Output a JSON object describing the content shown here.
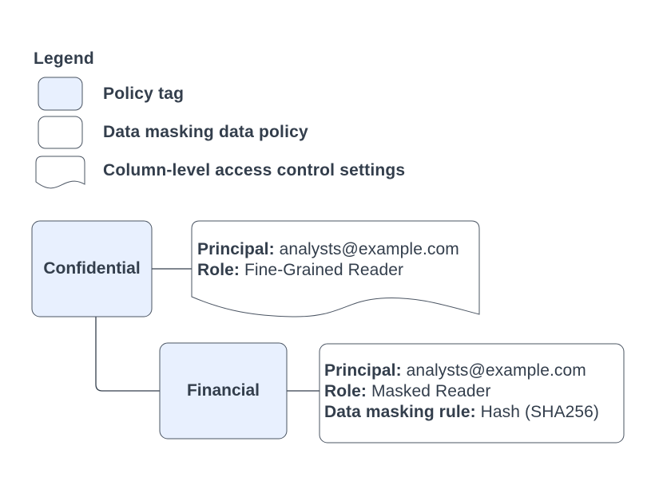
{
  "colors": {
    "background": "#ffffff",
    "policy_tag_fill": "#e8f0fe",
    "shape_fill": "#ffffff",
    "stroke": "#4a5462",
    "text": "#333e4c"
  },
  "legend": {
    "title": "Legend",
    "items": [
      {
        "swatch": "policy-tag-swatch",
        "label": "Policy tag"
      },
      {
        "swatch": "data-masking-policy-swatch",
        "label": "Data masking data policy"
      },
      {
        "swatch": "column-access-swatch",
        "label": "Column-level access control settings"
      }
    ]
  },
  "diagram": {
    "policy_tags": [
      {
        "label": "Confidential"
      },
      {
        "label": "Financial"
      }
    ],
    "column_access_settings": {
      "fields": [
        {
          "label": "Principal:",
          "value": "analysts@example.com"
        },
        {
          "label": "Role:",
          "value": "Fine-Grained Reader"
        }
      ]
    },
    "data_masking_policy": {
      "fields": [
        {
          "label": "Principal:",
          "value": "analysts@example.com"
        },
        {
          "label": "Role:",
          "value": "Masked Reader"
        },
        {
          "label": "Data masking rule:",
          "value": "Hash (SHA256)"
        }
      ]
    }
  }
}
